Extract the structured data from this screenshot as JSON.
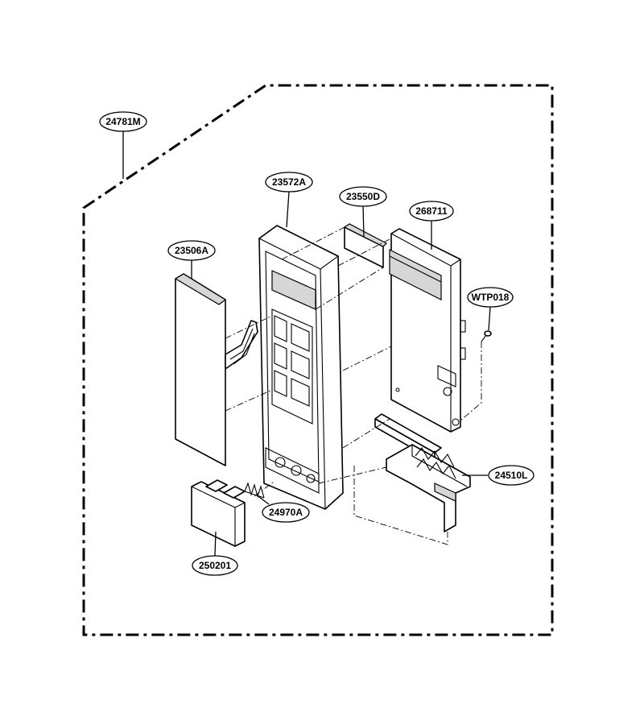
{
  "diagram": {
    "callouts": {
      "frame": "24781M",
      "front_panel": "23572A",
      "display_window": "23550D",
      "pcb": "268711",
      "membrane": "23506A",
      "screw": "WTP018",
      "latch_lever": "24510L",
      "spring": "24970A",
      "door_button": "250201"
    }
  }
}
